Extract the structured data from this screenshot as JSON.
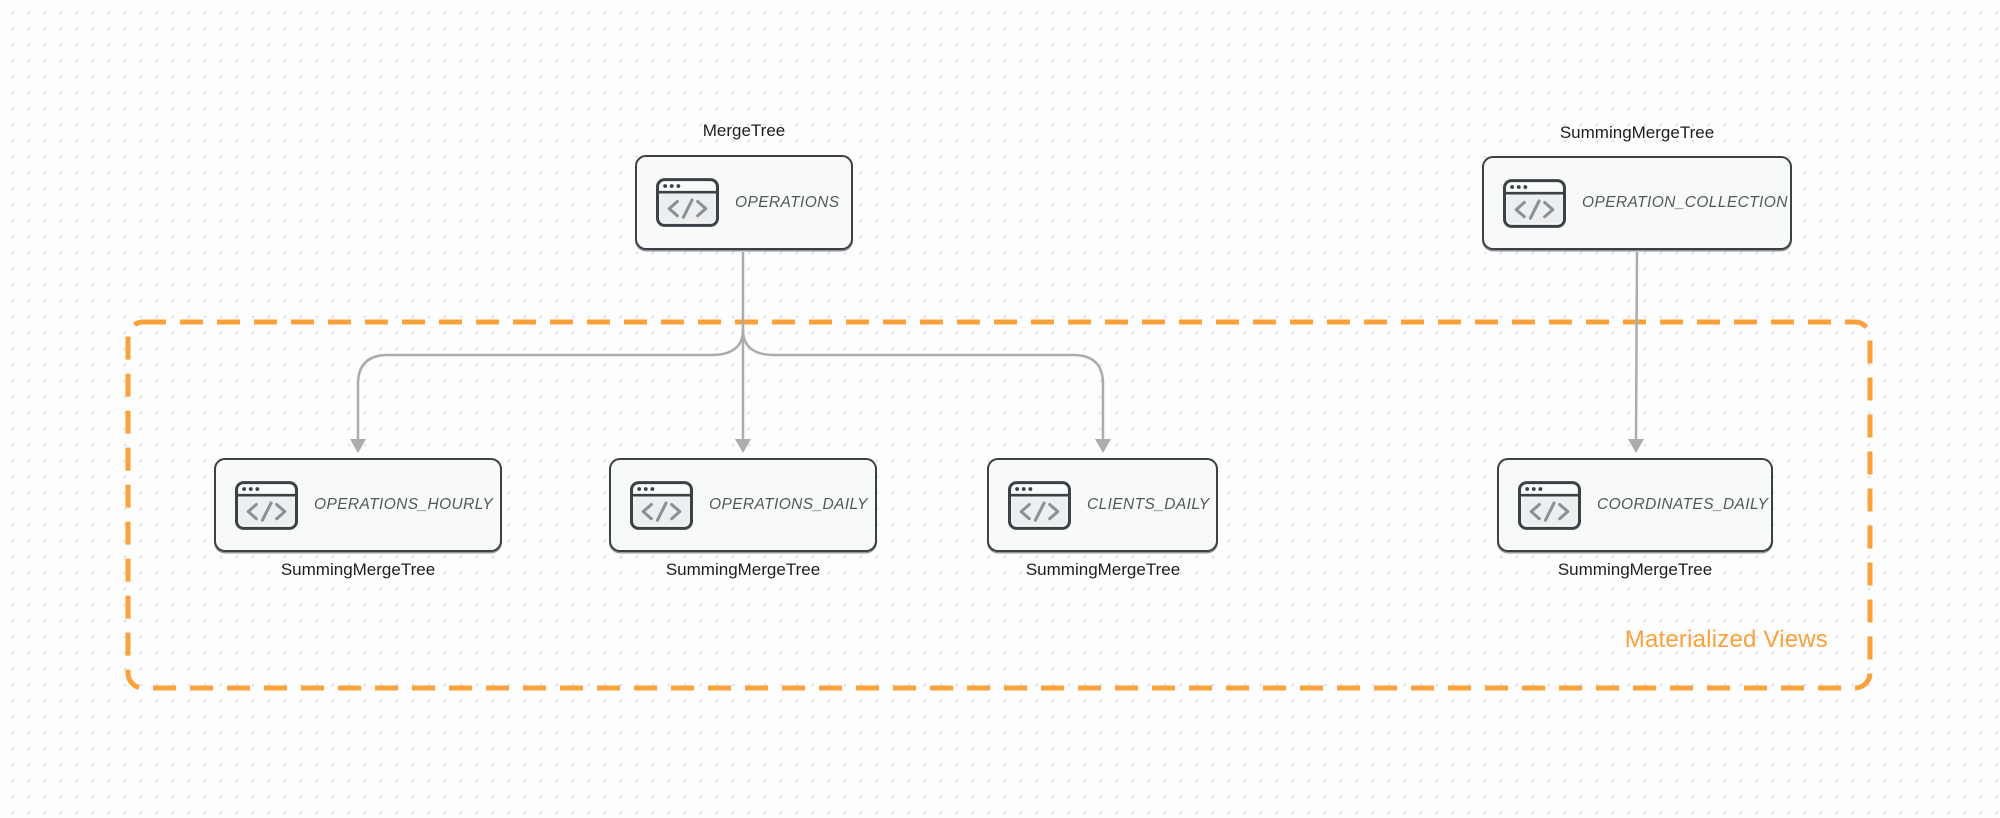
{
  "diagram": {
    "group": {
      "label": "Materialized Views",
      "color": "#f9a23c"
    },
    "nodes": [
      {
        "id": "operations",
        "table": "OPERATIONS",
        "engine": "MergeTree",
        "engine_position": "top"
      },
      {
        "id": "operation_collection",
        "table": "OPERATION_COLLECTION",
        "engine": "SummingMergeTree",
        "engine_position": "top"
      },
      {
        "id": "operations_hourly",
        "table": "OPERATIONS_HOURLY",
        "engine": "SummingMergeTree",
        "engine_position": "bottom"
      },
      {
        "id": "operations_daily",
        "table": "OPERATIONS_DAILY",
        "engine": "SummingMergeTree",
        "engine_position": "bottom"
      },
      {
        "id": "clients_daily",
        "table": "CLIENTS_DAILY",
        "engine": "SummingMergeTree",
        "engine_position": "bottom"
      },
      {
        "id": "coordinates_daily",
        "table": "COORDINATES_DAILY",
        "engine": "SummingMergeTree",
        "engine_position": "bottom"
      }
    ],
    "edges": [
      {
        "from": "operations",
        "to": "operations_hourly"
      },
      {
        "from": "operations",
        "to": "operations_daily"
      },
      {
        "from": "operations",
        "to": "clients_daily"
      },
      {
        "from": "operation_collection",
        "to": "coordinates_daily"
      }
    ],
    "icons": {
      "node_icon": "browser-code-icon"
    },
    "colors": {
      "group_border": "#f9a23c",
      "node_border": "#3c4145",
      "node_fill": "#f8f9f9",
      "connector": "#abacae",
      "node_title_text": "#53575b",
      "engine_label_text": "#1b1d20"
    }
  }
}
